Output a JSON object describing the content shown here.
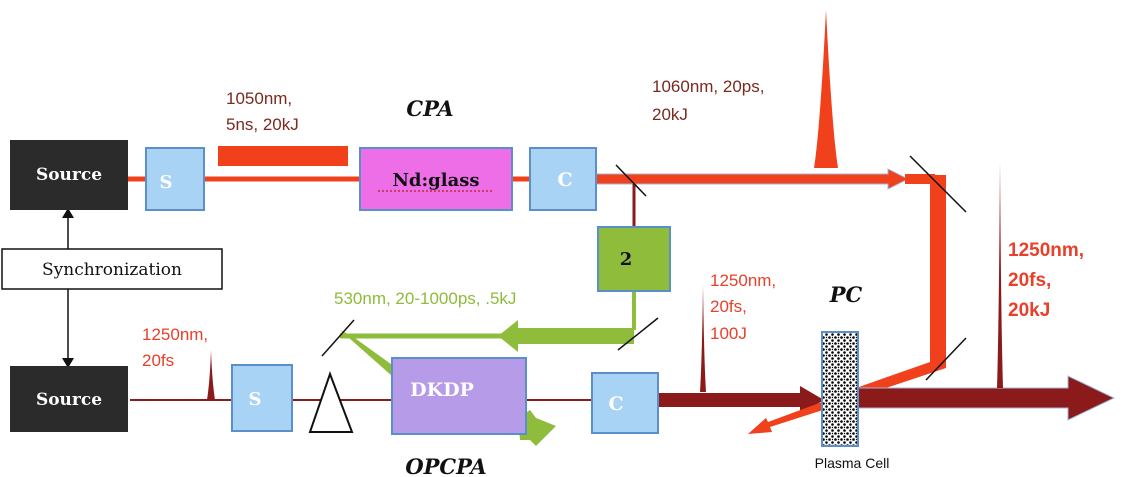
{
  "labels": {
    "source_top": "Source",
    "source_bottom": "Source",
    "synchronization": "Synchronization",
    "stretcher_top": "S",
    "stretcher_bottom": "S",
    "compressor_top": "C",
    "compressor_bottom": "C",
    "ndglass": "Nd:glass",
    "dkdp": "DKDP",
    "doubler": "2",
    "cpa": "CPA",
    "opcpa": "OPCPA",
    "pc": "PC",
    "plasma_cell": "Plasma Cell"
  },
  "annotations": {
    "pump_stretched": [
      "1050nm,",
      "5ns, 20kJ"
    ],
    "pump_compressed": [
      "1060nm, 20ps,",
      "20kJ"
    ],
    "seed_pulse": [
      "1250nm,",
      "20fs"
    ],
    "green_pump": "530nm, 20-1000ps, .5kJ",
    "opcpa_output": [
      "1250nm,",
      "20fs,",
      "100J"
    ],
    "final_output": [
      "1250nm,",
      "20fs,",
      "20kJ"
    ]
  },
  "colors": {
    "dark_box": "#2b2b2b",
    "light_blue": "#a9d3f5",
    "blue_border": "#5b8fc9",
    "magenta": "#ee6ee8",
    "lavender": "#b69be8",
    "green": "#8fbc3a",
    "orange_red": "#f0401c",
    "dark_red": "#8b1a1a",
    "brown_text": "#7a2a20",
    "red_text": "#e8402a"
  }
}
